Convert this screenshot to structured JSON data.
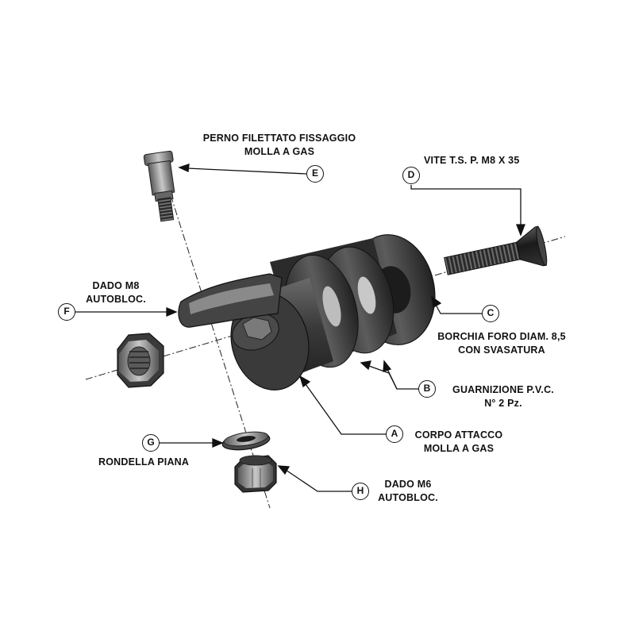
{
  "parts": {
    "A": {
      "letter": "A",
      "line1": "CORPO ATTACCO",
      "line2": "MOLLA A GAS"
    },
    "B": {
      "letter": "B",
      "line1": "GUARNIZIONE P.V.C.",
      "line2": "N° 2 Pz."
    },
    "C": {
      "letter": "C",
      "line1": "BORCHIA FORO DIAM. 8,5",
      "line2": "CON SVASATURA"
    },
    "D": {
      "letter": "D",
      "line1": "VITE  T.S. P.  M8 X 35"
    },
    "E": {
      "letter": "E",
      "line1": "PERNO FILETTATO FISSAGGIO",
      "line2": "MOLLA A GAS"
    },
    "F": {
      "letter": "F",
      "line1": "DADO M8",
      "line2": "AUTOBLOC."
    },
    "G": {
      "letter": "G",
      "line1": "RONDELLA PIANA"
    },
    "H": {
      "letter": "H",
      "line1": "DADO M6",
      "line2": "AUTOBLOC."
    }
  },
  "colors": {
    "ink": "#111111",
    "part_dark": "#2b2b2b",
    "part_mid": "#5a5a5a",
    "part_light": "#9a9a9a",
    "background": "#ffffff"
  }
}
